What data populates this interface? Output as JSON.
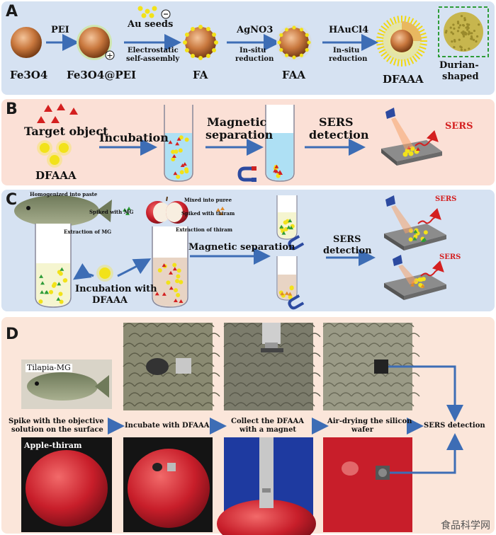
{
  "panelA": {
    "letter": "A",
    "fe3o4": "Fe3O4",
    "fe3o4pei": "Fe3O4@PEI",
    "pei": "PEI",
    "au_seeds": "Au seeds",
    "electrostatic": "Electrostatic",
    "self_assembly": "self-assembly",
    "fa": "FA",
    "agno3": "AgNO3",
    "insitu1": "In-situ",
    "reduction1": "reduction",
    "faa": "FAA",
    "haucl4": "HAuCl4",
    "insitu2": "In-situ",
    "reduction2": "reduction",
    "dfaaa": "DFAAA",
    "durian1": "Durian-",
    "durian2": "shaped"
  },
  "panelB": {
    "letter": "B",
    "target": "Target object",
    "dfaaa": "DFAAA",
    "incubation": "Incubation",
    "magnetic": "Magnetic",
    "separation": "separation",
    "sers": "SERS",
    "detection": "detection",
    "sers_out": "SERS"
  },
  "panelC": {
    "letter": "C",
    "homogenized": "Homogenized into paste",
    "spiked_mg": "Spiked with MG",
    "extraction_mg": "Extraction of MG",
    "mixed": "Mixed into puree",
    "spiked_thiram": "Spiked with thiram",
    "extraction_thiram": "Extraction of thiram",
    "magnetic_sep": "Magnetic separation",
    "sers": "SERS",
    "detection": "detection",
    "incub1": "Incubation with",
    "incub2": "DFAAA",
    "sers_top": "SERS",
    "sers_bottom": "SERS"
  },
  "panelD": {
    "letter": "D",
    "tilapia": "Tilapia-MG",
    "apple": "Apple-thiram",
    "step1a": "Spike with the objective",
    "step1b": "solution  on the surface",
    "step2": "Incubate with DFAAA",
    "step3a": "Collect the DFAAA",
    "step3b": "with a magnet",
    "step4a": "Air-drying the silicon",
    "step4b": "wafer",
    "step5": "SERS detection"
  },
  "watermark": "食品科学网",
  "colors": {
    "blue_panel": "#d6e2f2",
    "pink_panel": "#fbe0d6",
    "arrow": "#3d6db5",
    "red": "#d42020",
    "gold": "#f5e21a"
  }
}
